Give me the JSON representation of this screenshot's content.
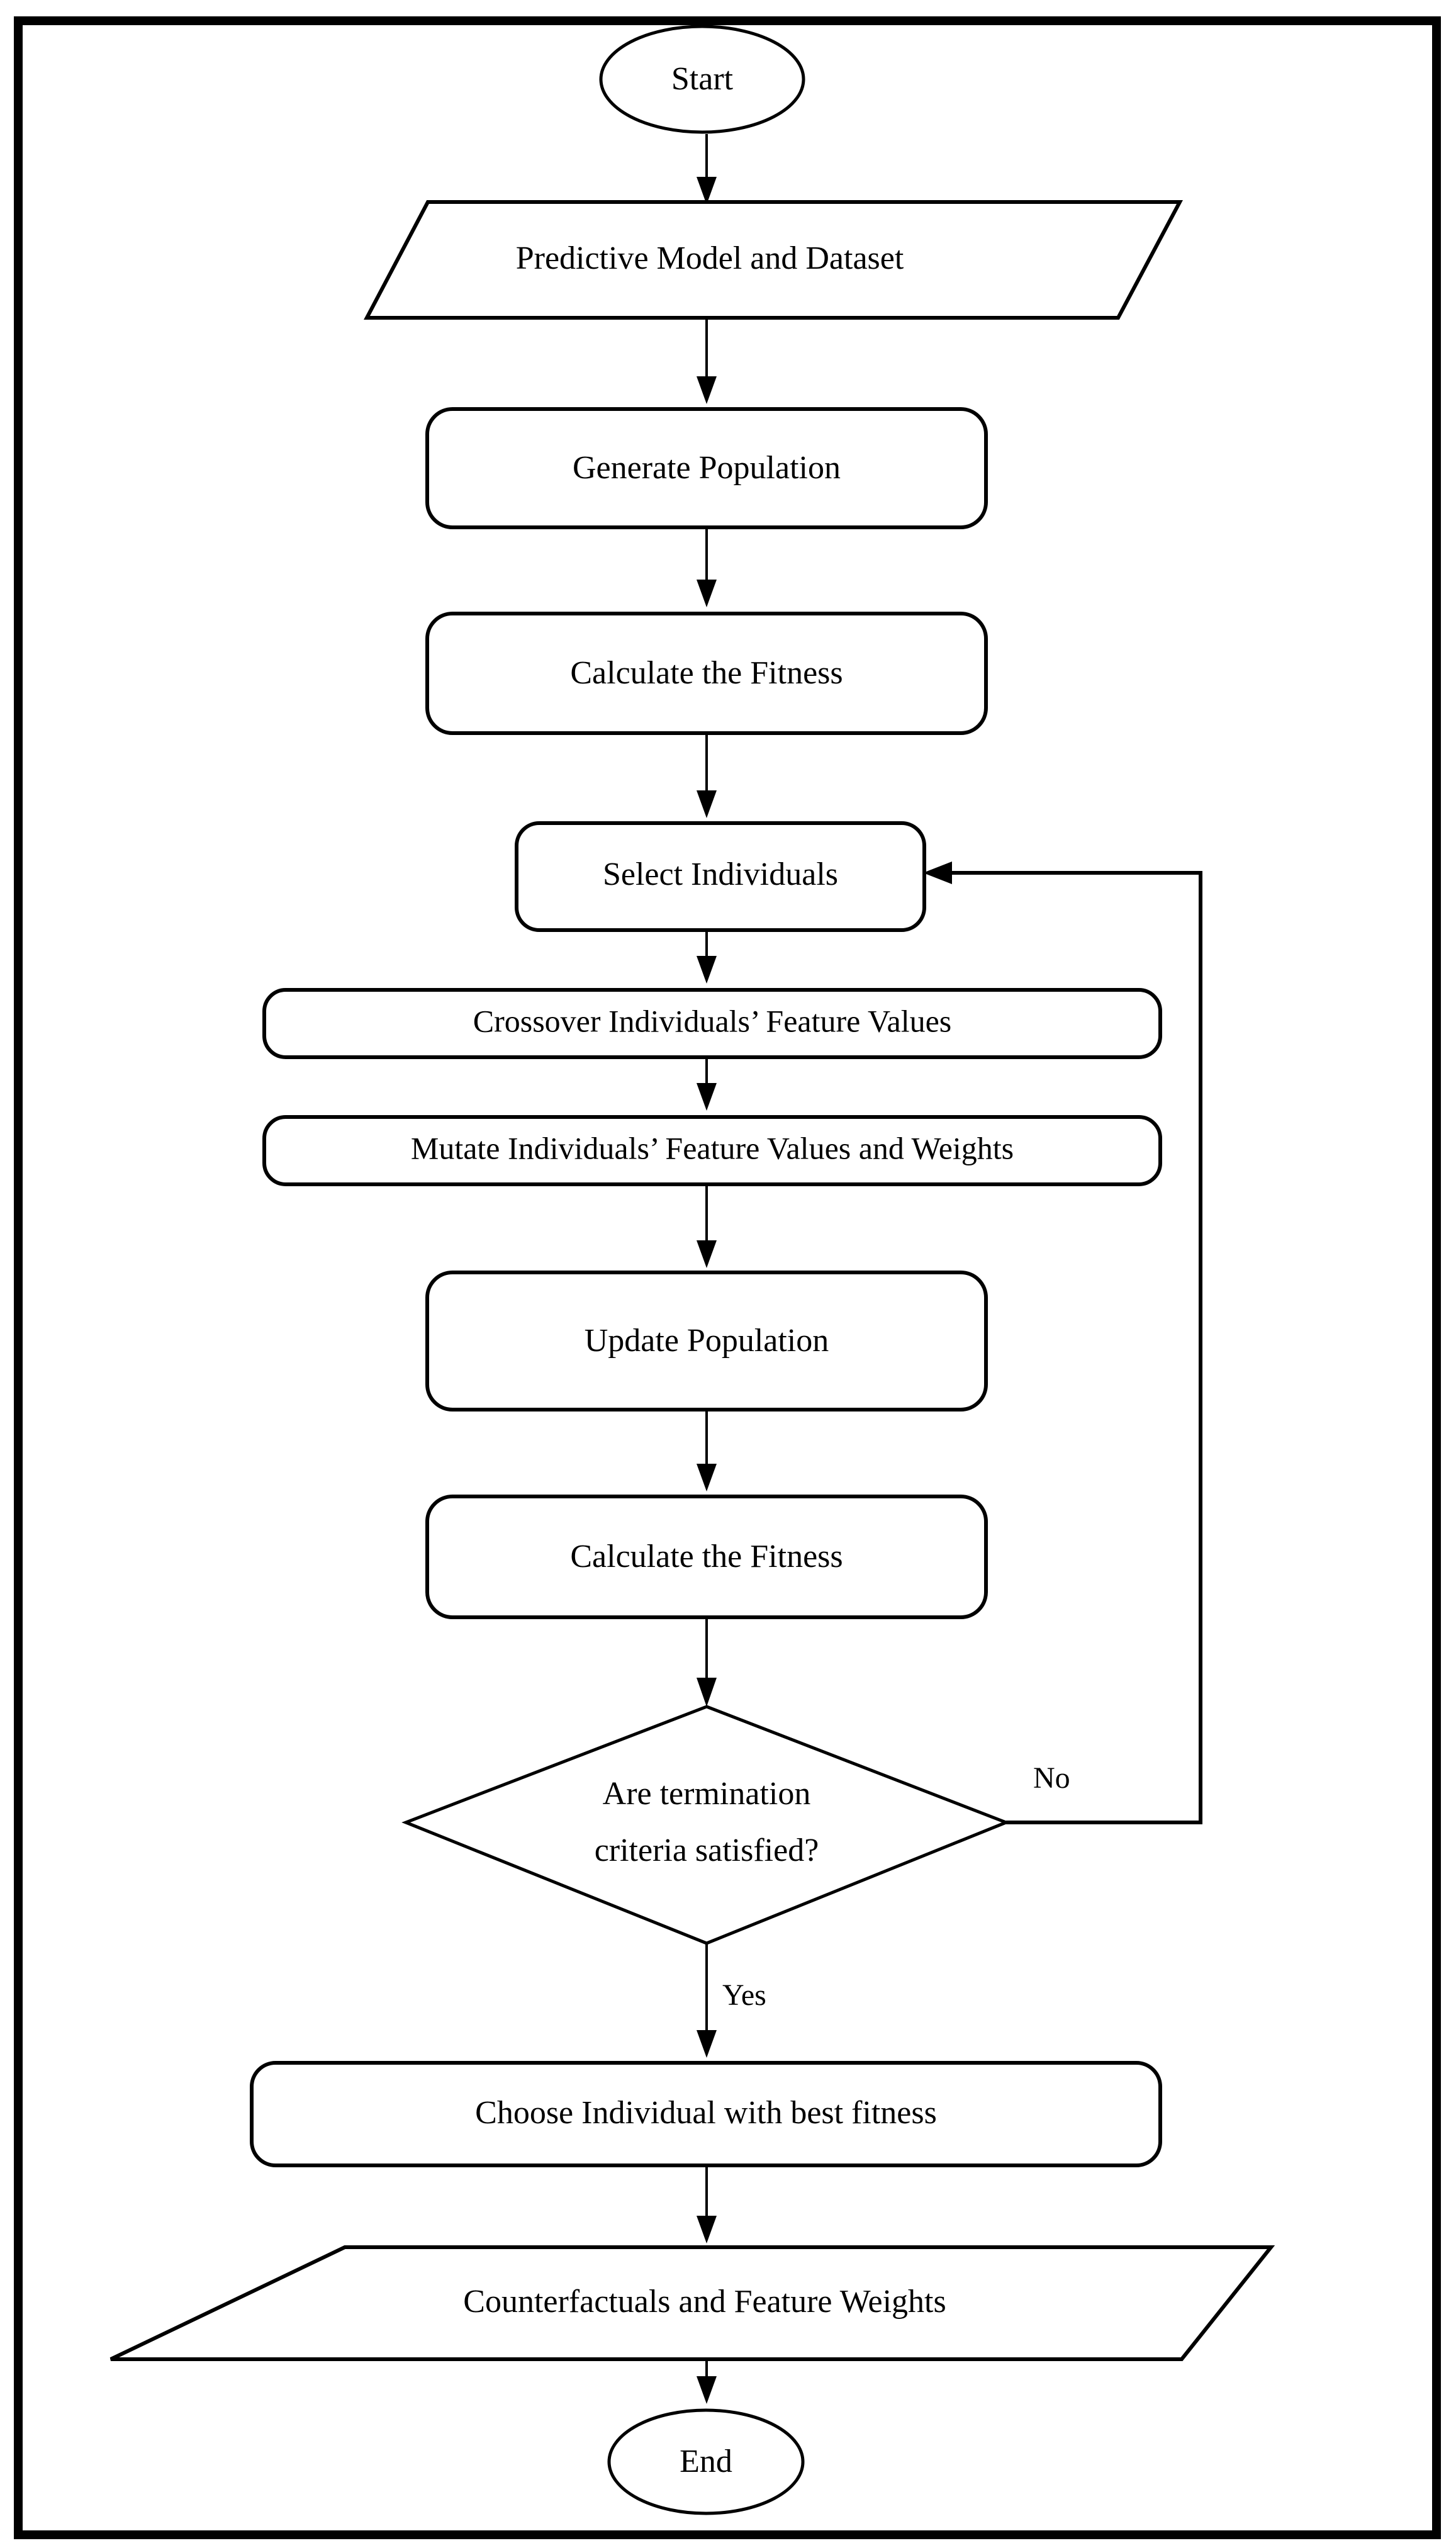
{
  "diagram": {
    "type": "flowchart",
    "title_visible": false,
    "background_color": "#ffffff",
    "line_color": "#000000",
    "frame": {
      "present": true,
      "color": "#000000"
    },
    "nodes": [
      {
        "id": "start",
        "shape": "ellipse",
        "label": "Start"
      },
      {
        "id": "input",
        "shape": "parallelogram",
        "label": "Predictive Model and Dataset"
      },
      {
        "id": "genpop",
        "shape": "rounded-rect",
        "label": "Generate Population"
      },
      {
        "id": "fitness1",
        "shape": "rounded-rect",
        "label": "Calculate the Fitness"
      },
      {
        "id": "select",
        "shape": "rounded-rect",
        "label": "Select Individuals"
      },
      {
        "id": "crossover",
        "shape": "rounded-rect",
        "label": "Crossover Individuals’ Feature Values"
      },
      {
        "id": "mutate",
        "shape": "rounded-rect",
        "label": "Mutate Individuals’ Feature Values and Weights"
      },
      {
        "id": "updatepop",
        "shape": "rounded-rect",
        "label": "Update Population"
      },
      {
        "id": "fitness2",
        "shape": "rounded-rect",
        "label": "Calculate the Fitness"
      },
      {
        "id": "decision",
        "shape": "diamond",
        "label_line1": "Are termination",
        "label_line2": "criteria satisfied?"
      },
      {
        "id": "choose",
        "shape": "rounded-rect",
        "label": "Choose Individual with best fitness"
      },
      {
        "id": "output",
        "shape": "parallelogram",
        "label": "Counterfactuals and Feature Weights"
      },
      {
        "id": "end",
        "shape": "ellipse",
        "label": "End"
      }
    ],
    "edges": [
      {
        "from": "start",
        "to": "input",
        "label": ""
      },
      {
        "from": "input",
        "to": "genpop",
        "label": ""
      },
      {
        "from": "genpop",
        "to": "fitness1",
        "label": ""
      },
      {
        "from": "fitness1",
        "to": "select",
        "label": ""
      },
      {
        "from": "select",
        "to": "crossover",
        "label": ""
      },
      {
        "from": "crossover",
        "to": "mutate",
        "label": ""
      },
      {
        "from": "mutate",
        "to": "updatepop",
        "label": ""
      },
      {
        "from": "updatepop",
        "to": "fitness2",
        "label": ""
      },
      {
        "from": "fitness2",
        "to": "decision",
        "label": ""
      },
      {
        "from": "decision",
        "to": "select",
        "label": "No"
      },
      {
        "from": "decision",
        "to": "choose",
        "label": "Yes"
      },
      {
        "from": "choose",
        "to": "output",
        "label": ""
      },
      {
        "from": "output",
        "to": "end",
        "label": ""
      }
    ],
    "edge_labels": {
      "no": "No",
      "yes": "Yes"
    }
  }
}
